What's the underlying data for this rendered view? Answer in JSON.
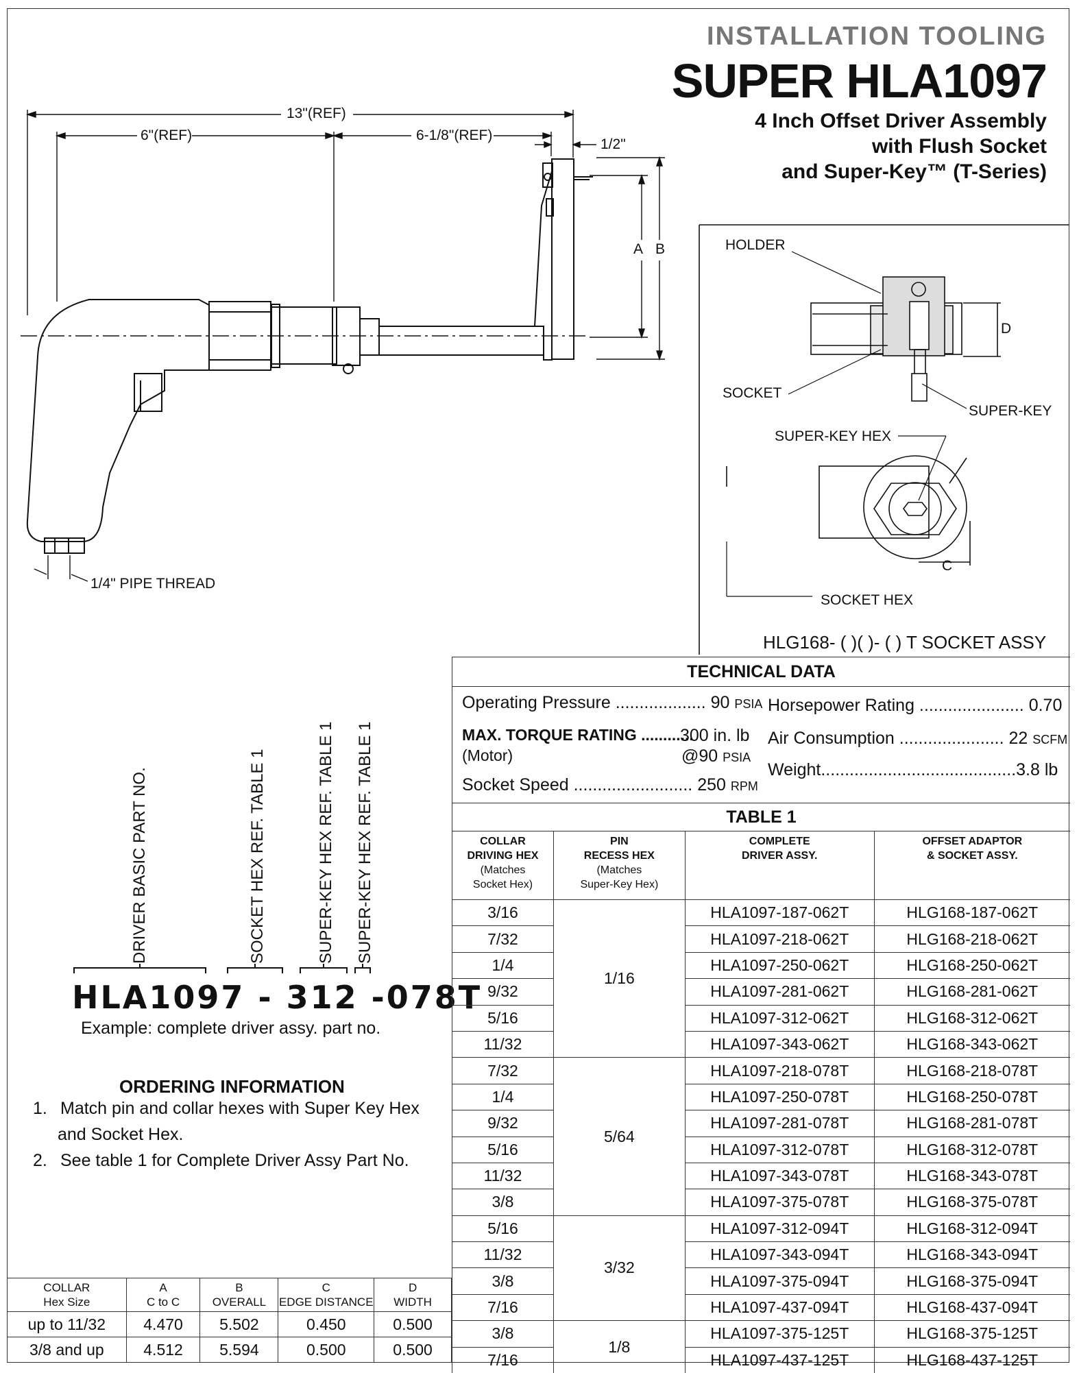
{
  "header": {
    "kicker": "INSTALLATION TOOLING",
    "title": "SUPER HLA1097",
    "subtitle_line1": "4 Inch Offset Driver Assembly",
    "subtitle_line2": "with Flush Socket",
    "subtitle_line3": "and Super-Key™ (T-Series)"
  },
  "drawing": {
    "dim_overall": "13\"(REF)",
    "dim_left": "6\"(REF)",
    "dim_right": "6-1/8\"(REF)",
    "dim_half": "1/2\"",
    "dim_a": "A",
    "dim_b": "B",
    "pipe_thread": "1/4\" PIPE THREAD"
  },
  "detail": {
    "holder": "HOLDER",
    "socket": "SOCKET",
    "super_key": "SUPER-KEY",
    "dim_d": "D",
    "super_key_hex": "SUPER-KEY HEX",
    "dim_c": "C",
    "socket_hex": "SOCKET HEX",
    "caption": "HLG168- ( )( )- ( ) T SOCKET ASSY"
  },
  "part_number": {
    "label_basic": "DRIVER BASIC PART NO.",
    "label_socket": "SOCKET HEX REF. TABLE 1",
    "label_superkey": "SUPER-KEY HEX REF. TABLE 1",
    "label_superkey2": "SUPER-KEY HEX REF. TABLE 1",
    "part1": "HLA1097",
    "sep1": "-",
    "part2": "312",
    "part3": "-078",
    "part4": "T",
    "example": "Example: complete driver assy. part no."
  },
  "ordering": {
    "title": "ORDERING INFORMATION",
    "item1_num": "1.",
    "item1_line1": "Match pin and collar hexes with Super Key Hex",
    "item1_line2": "and Socket Hex.",
    "item2_num": "2.",
    "item2_line1": "See table 1 for Complete Driver Assy Part No."
  },
  "technical": {
    "title": "TECHNICAL DATA",
    "op_pressure": "Operating Pressure ................... 90",
    "op_pressure_unit": "PSIA",
    "torque_label": "MAX. TORQUE RATING ............",
    "torque_value": "300 in. lb",
    "motor": "(Motor)",
    "motor_value": "@90",
    "motor_unit": "PSIA",
    "socket_speed": "Socket Speed ......................... 250",
    "socket_speed_unit": "RPM",
    "horsepower": "Horsepower Rating ...................... 0.70",
    "air": "Air Consumption ...................... 22",
    "air_unit": "SCFM",
    "weight": "Weight.........................................3.8 lb"
  },
  "table1": {
    "caption": "TABLE 1",
    "h1_line1": "COLLAR",
    "h1_line2": "DRIVING HEX",
    "h1_line3": "(Matches",
    "h1_line4": "Socket Hex)",
    "h2_line1": "PIN",
    "h2_line2": "RECESS HEX",
    "h2_line3": "(Matches",
    "h2_line4": "Super-Key Hex)",
    "h3_line1": "COMPLETE",
    "h3_line2": "DRIVER ASSY.",
    "h4_line1": "OFFSET ADAPTOR",
    "h4_line2": "& SOCKET ASSY.",
    "pin_groups": [
      "1/16",
      "5/64",
      "3/32",
      "1/8"
    ],
    "rows": [
      {
        "collar": "3/16",
        "driver": "HLA1097-187-062T",
        "adaptor": "HLG168-187-062T"
      },
      {
        "collar": "7/32",
        "driver": "HLA1097-218-062T",
        "adaptor": "HLG168-218-062T"
      },
      {
        "collar": "1/4",
        "driver": "HLA1097-250-062T",
        "adaptor": "HLG168-250-062T"
      },
      {
        "collar": "9/32",
        "driver": "HLA1097-281-062T",
        "adaptor": "HLG168-281-062T"
      },
      {
        "collar": "5/16",
        "driver": "HLA1097-312-062T",
        "adaptor": "HLG168-312-062T"
      },
      {
        "collar": "11/32",
        "driver": "HLA1097-343-062T",
        "adaptor": "HLG168-343-062T"
      },
      {
        "collar": "7/32",
        "driver": "HLA1097-218-078T",
        "adaptor": "HLG168-218-078T"
      },
      {
        "collar": "1/4",
        "driver": "HLA1097-250-078T",
        "adaptor": "HLG168-250-078T"
      },
      {
        "collar": "9/32",
        "driver": "HLA1097-281-078T",
        "adaptor": "HLG168-281-078T"
      },
      {
        "collar": "5/16",
        "driver": "HLA1097-312-078T",
        "adaptor": "HLG168-312-078T"
      },
      {
        "collar": "11/32",
        "driver": "HLA1097-343-078T",
        "adaptor": "HLG168-343-078T"
      },
      {
        "collar": "3/8",
        "driver": "HLA1097-375-078T",
        "adaptor": "HLG168-375-078T"
      },
      {
        "collar": "5/16",
        "driver": "HLA1097-312-094T",
        "adaptor": "HLG168-312-094T"
      },
      {
        "collar": "11/32",
        "driver": "HLA1097-343-094T",
        "adaptor": "HLG168-343-094T"
      },
      {
        "collar": "3/8",
        "driver": "HLA1097-375-094T",
        "adaptor": "HLG168-375-094T"
      },
      {
        "collar": "7/16",
        "driver": "HLA1097-437-094T",
        "adaptor": "HLG168-437-094T"
      },
      {
        "collar": "3/8",
        "driver": "HLA1097-375-125T",
        "adaptor": "HLG168-375-125T"
      },
      {
        "collar": "7/16",
        "driver": "HLA1097-437-125T",
        "adaptor": "HLG168-437-125T"
      }
    ]
  },
  "dim_table": {
    "h1_line1": "COLLAR",
    "h1_line2": "Hex Size",
    "h2_line1": "A",
    "h2_line2": "C to C",
    "h3_line1": "B",
    "h3_line2": "OVERALL",
    "h4_line1": "C",
    "h4_line2": "EDGE DISTANCE",
    "h5_line1": "D",
    "h5_line2": "WIDTH",
    "rows": [
      {
        "collar": "up to 11/32",
        "a": "4.470",
        "b": "5.502",
        "c": "0.450",
        "d": "0.500"
      },
      {
        "collar": "3/8 and up",
        "a": "4.512",
        "b": "5.594",
        "c": "0.500",
        "d": "0.500"
      }
    ]
  }
}
